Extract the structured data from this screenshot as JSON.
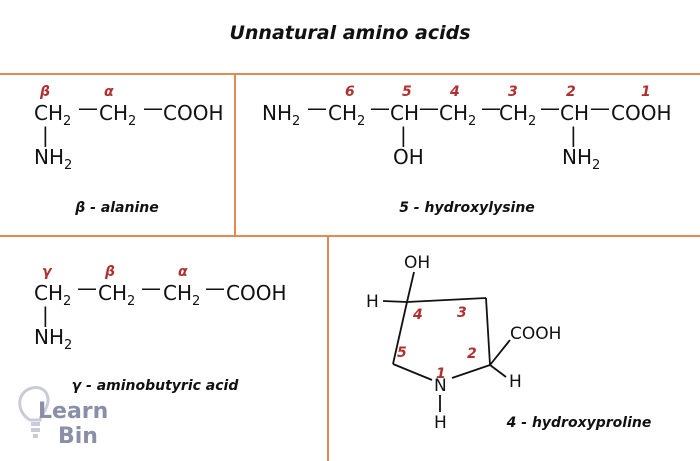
{
  "title": "Unnatural amino acids",
  "colors": {
    "divider": "#e08a54",
    "locant": "#b03030",
    "text": "#111111",
    "logo": "#8a8fa8"
  },
  "panels": {
    "beta_alanine": {
      "caption": "β - alanine",
      "locants": {
        "beta": "β",
        "alpha": "α"
      },
      "atoms": {
        "c1": "CH",
        "c1_sub": "2",
        "c2": "CH",
        "c2_sub": "2",
        "cooh": "COOH",
        "nh": "NH",
        "nh_sub": "2"
      },
      "bonds": {
        "b1": "—",
        "b2": "—",
        "v": "|"
      }
    },
    "hydroxylysine": {
      "caption": "5 - hydroxylysine",
      "locants": [
        "6",
        "5",
        "4",
        "3",
        "2",
        "1"
      ],
      "atoms": {
        "nh2a": "NH",
        "nh2a_sub": "2",
        "c6": "CH",
        "c6_sub": "2",
        "c5": "CH",
        "c4": "CH",
        "c4_sub": "2",
        "c3": "CH",
        "c3_sub": "2",
        "c2": "CH",
        "cooh": "COOH",
        "oh": "OH",
        "nh2b": "NH",
        "nh2b_sub": "2"
      },
      "bonds": {
        "b": "—",
        "v": "|"
      }
    },
    "gaba": {
      "caption": "γ - aminobutyric acid",
      "locants": {
        "gamma": "γ",
        "beta": "β",
        "alpha": "α"
      },
      "atoms": {
        "c1": "CH",
        "c1_sub": "2",
        "c2": "CH",
        "c2_sub": "2",
        "c3": "CH",
        "c3_sub": "2",
        "cooh": "COOH",
        "nh": "NH",
        "nh_sub": "2"
      },
      "bonds": {
        "b": "—",
        "v": "|"
      }
    },
    "hydroxyproline": {
      "caption": "4 - hydroxyproline",
      "locants": [
        "1",
        "2",
        "3",
        "4",
        "5"
      ],
      "atoms": {
        "oh": "OH",
        "h_left": "H",
        "cooh": "COOH",
        "h_right": "H",
        "n": "N",
        "h_bottom": "H"
      }
    }
  },
  "logo": {
    "line1": "Learn",
    "line2": "Bin",
    "icon": "lightbulb-icon"
  }
}
